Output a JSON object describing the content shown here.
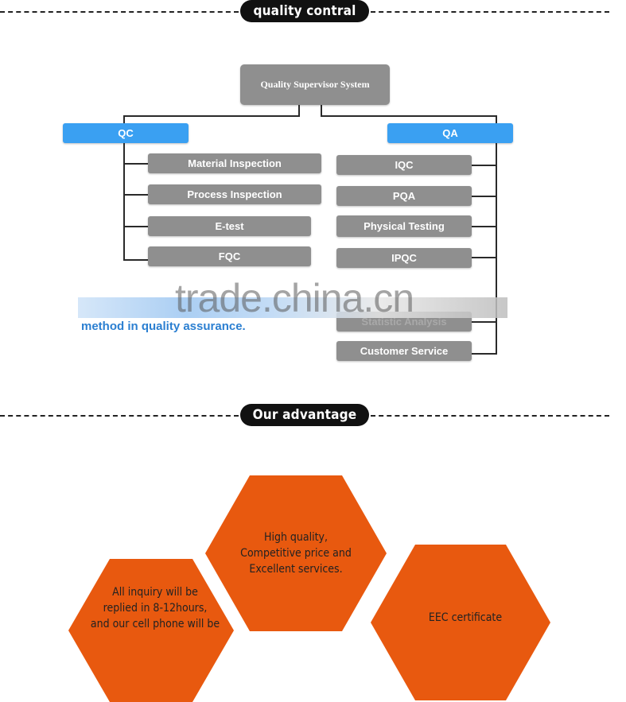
{
  "sections": {
    "quality_title": "quality contral",
    "advantage_title": "Our advantage"
  },
  "org_chart": {
    "root": "Quality Supervisor System",
    "qc": {
      "label": "QC",
      "items": [
        "Material Inspection",
        "Process Inspection",
        "E-test",
        "FQC"
      ]
    },
    "qa": {
      "label": "QA",
      "items": [
        "IQC",
        "PQA",
        "Physical Testing",
        "IPQC",
        "Statistic Analysis",
        "Customer Service"
      ]
    },
    "note": "method in quality assurance."
  },
  "watermark": "trade.china.cn",
  "advantages": {
    "center": "High quality,\nCompetitive price and\nExcellent services.",
    "left": "All inquiry will be\nreplied in 8-12hours,\nand our cell phone will be",
    "right": "EEC certificate"
  },
  "colors": {
    "hex_fill": "#e8590f",
    "box_gray": "#8f8f8f",
    "box_blue": "#3aa0f2",
    "pill_black": "#111111"
  }
}
